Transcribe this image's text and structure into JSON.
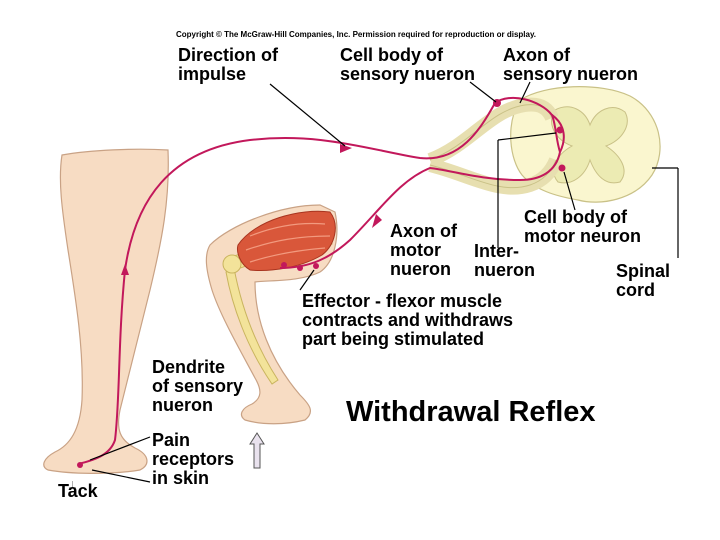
{
  "copyright": "Copyright © The McGraw-Hill Companies, Inc. Permission required for reproduction or display.",
  "title": "Withdrawal Reflex",
  "labels": {
    "direction": [
      "Direction of",
      "impulse"
    ],
    "cell_body_sensory": [
      "Cell body of",
      "sensory nueron"
    ],
    "axon_sensory": [
      "Axon of",
      "sensory nueron"
    ],
    "axon_motor": [
      "Axon of",
      "motor",
      "nueron"
    ],
    "interneuron": [
      "Inter-",
      "nueron"
    ],
    "cell_body_motor": [
      "Cell body of",
      "motor neuron"
    ],
    "spinal_cord": [
      "Spinal",
      "cord"
    ],
    "effector": [
      "Effector - flexor muscle",
      "contracts and withdraws",
      "part being stimulated"
    ],
    "dendrite": [
      "Dendrite",
      "of sensory",
      "nueron"
    ],
    "pain_receptors": [
      "Pain",
      "receptors",
      "in skin"
    ],
    "tack": [
      "Tack"
    ]
  },
  "colors": {
    "neuron": "#c2185b",
    "skin": "#f7dcc3",
    "skin_outline": "#c9a285",
    "muscle": "#d9573a",
    "bone": "#f3e39a",
    "spinal_cord": "#faf6cf",
    "gray_matter": "#ecebb3"
  },
  "icons": {
    "arrow": "up-arrow-icon"
  }
}
